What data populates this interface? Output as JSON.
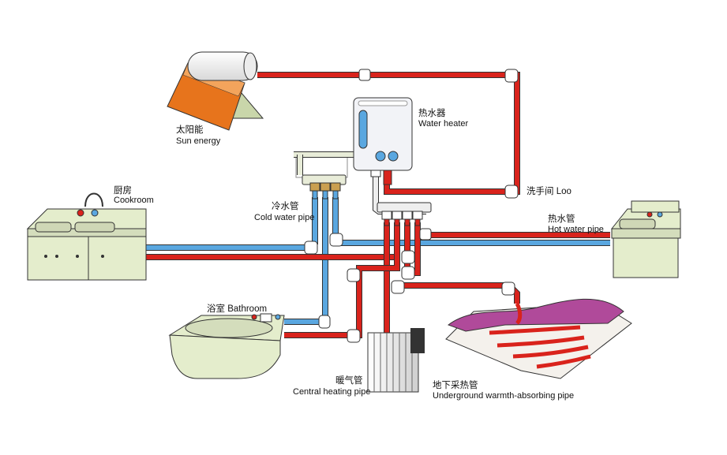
{
  "labels": {
    "solar_cn": "太阳能",
    "solar_en": "Sun energy",
    "heater_cn": "热水器",
    "heater_en": "Water heater",
    "loo": "洗手间  Loo",
    "kitchen_cn": "厨房",
    "kitchen_en": "Cookroom",
    "cold_cn": "冷水管",
    "cold_en": "Cold water pipe",
    "hot_cn": "热水管",
    "hot_en": "Hot water pipe",
    "bath": "浴室  Bathroom",
    "radiator_cn": "暖气管",
    "radiator_en": "Central heating pipe",
    "floor_cn": "地下采热管",
    "floor_en": "Underground warmth-absorbing pipe"
  },
  "colors": {
    "hot_pipe": "#d9231c",
    "cold_pipe": "#5aa7e0",
    "fitting": "#ffffff",
    "solar_panel": "#e7741c",
    "appliance": "#e4edcc",
    "floor_top": "#b04a9a",
    "heater_body": "#f2f3f7"
  }
}
